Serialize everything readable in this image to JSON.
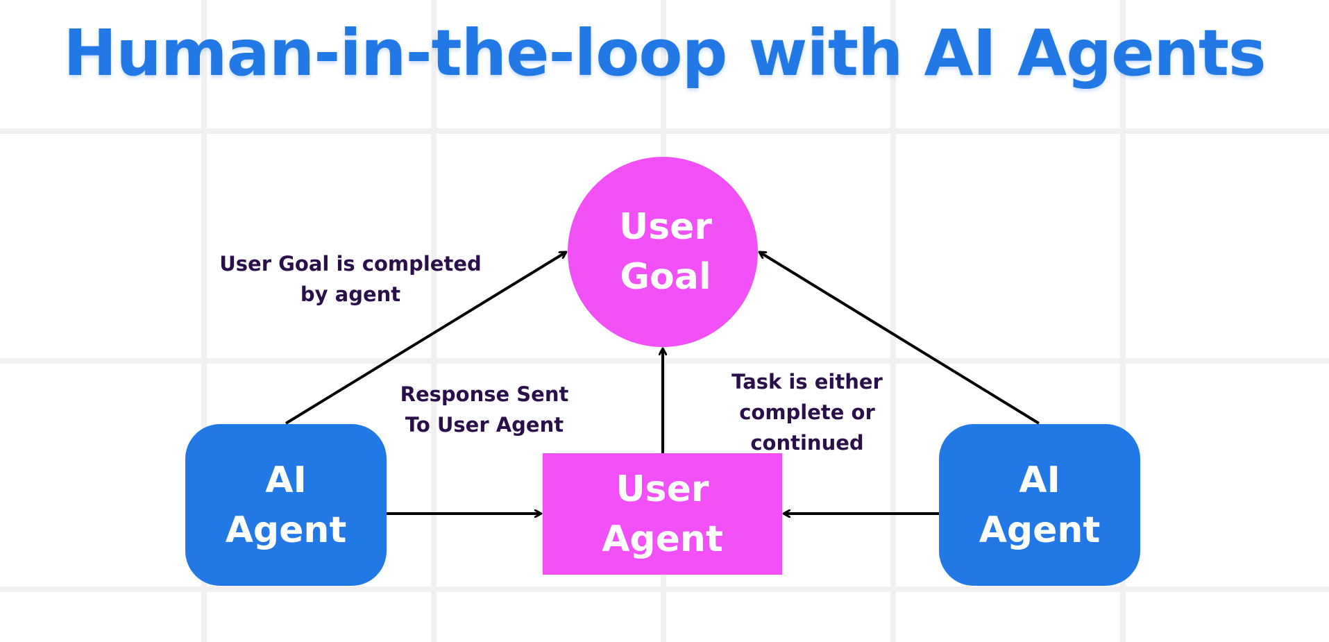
{
  "title": "Human-in-the-loop with AI Agents",
  "nodes": {
    "user_goal": {
      "line1": "User",
      "line2": "Goal"
    },
    "user_agent": {
      "line1": "User",
      "line2": "Agent"
    },
    "ai_agent_left": {
      "line1": "AI",
      "line2": "Agent"
    },
    "ai_agent_right": {
      "line1": "AI",
      "line2": "Agent"
    }
  },
  "labels": {
    "goal_completed": {
      "line1": "User Goal is completed",
      "line2": "by agent"
    },
    "response_sent": {
      "line1": "Response Sent",
      "line2": "To User Agent"
    },
    "task_either": {
      "line1": "Task is either",
      "line2": "complete or",
      "line3": "continued"
    }
  },
  "colors": {
    "title": "#2279e6",
    "ai_agent": "#2279e6",
    "user_nodes": "#f050f5",
    "label_text": "#2a0f4a",
    "arrow": "#000000",
    "grid": "#f0f0f0"
  }
}
